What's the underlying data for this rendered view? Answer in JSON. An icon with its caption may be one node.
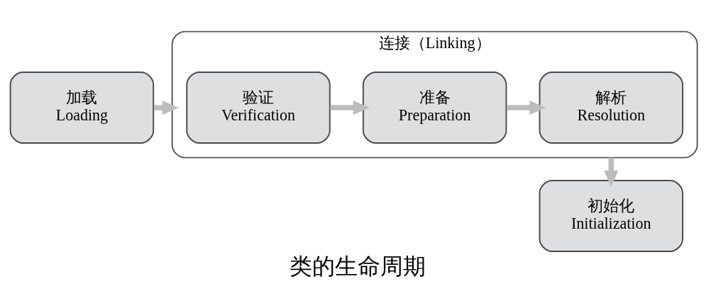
{
  "diagram": {
    "caption": "类的生命周期",
    "nodes": [
      {
        "text": [
          "加载",
          "Loading"
        ]
      },
      {
        "text": [
          "连接（Linking）"
        ]
      },
      {
        "text": [
          "验证",
          "Verification"
        ],
        "in": 1
      },
      {
        "text": [
          "准备",
          "Preparation"
        ],
        "in": 1
      },
      {
        "text": [
          "解析",
          "Resolution"
        ],
        "in": 1
      },
      {
        "text": [
          "初始化",
          "Initialization"
        ]
      }
    ],
    "edges": [
      {
        "from": 0,
        "to": 1,
        "arrow": "to"
      },
      {
        "from": 2,
        "to": 3,
        "arrow": "to"
      },
      {
        "from": 3,
        "to": 4,
        "arrow": "to"
      },
      {
        "from": 1,
        "to": 5,
        "arrow": "to"
      }
    ]
  }
}
